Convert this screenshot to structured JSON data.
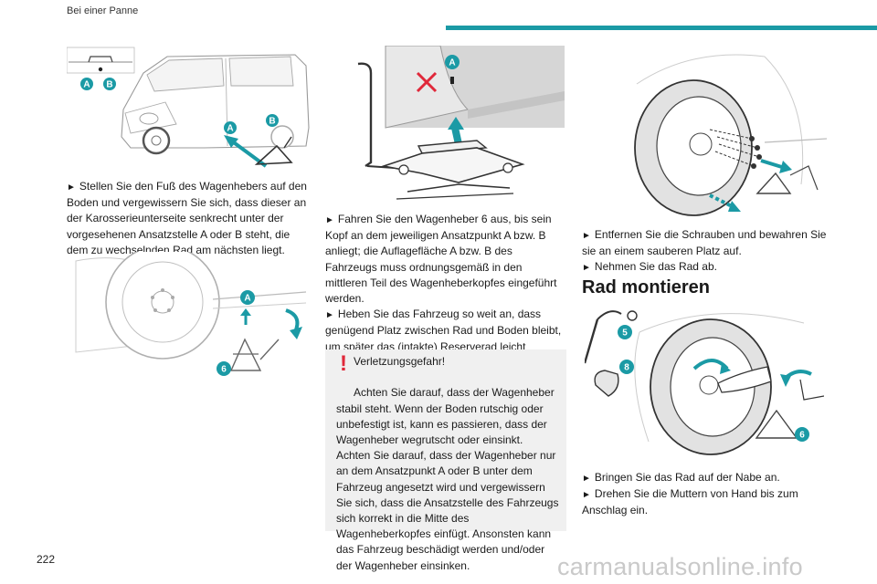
{
  "header": {
    "section": "Bei einer Panne",
    "accent": "#1b9aa5"
  },
  "page_number": "222",
  "watermark": "carmanualsonline.info",
  "figures": {
    "fig1": {
      "labels": [
        "A",
        "B",
        "A",
        "B"
      ]
    },
    "fig2": {
      "labels": [
        "A",
        "6"
      ]
    },
    "fig3": {
      "labels": [
        "A"
      ]
    },
    "fig5": {
      "labels": [
        "5",
        "8",
        "6"
      ]
    }
  },
  "col1": {
    "step1": "Stellen Sie den Fuß des Wagenhebers auf den Boden und vergewissern Sie sich, dass dieser an der Karosserieunterseite senkrecht unter der vorgesehenen Ansatzstelle A oder B steht, die dem zu wechselnden Rad am nächsten liegt."
  },
  "col2": {
    "step1": "Fahren Sie den Wagenheber 6 aus, bis sein Kopf an dem jeweiligen Ansatzpunkt A bzw. B anliegt; die Auflagefläche A bzw. B des Fahrzeugs muss ordnungsgemäß in den mittleren Teil des Wagenheberkopfes eingeführt werden.",
    "step2": "Heben Sie das Fahrzeug so weit an, dass genügend Platz zwischen Rad und Boden bleibt, um später das (intakte) Reserverad leicht montieren zu können."
  },
  "warning": {
    "mark": "!",
    "title": "Verletzungsgefahr!",
    "line1": "Achten Sie darauf, dass der Wagenheber stabil steht. Wenn der Boden rutschig oder unbefestigt ist, kann es passieren, dass der Wagenheber wegrutscht oder einsinkt.",
    "line2": "Achten Sie darauf, dass der Wagenheber nur an dem Ansatzpunkt A oder B unter dem Fahrzeug angesetzt wird und vergewissern Sie sich, dass die Ansatzstelle des Fahrzeugs sich korrekt in die Mitte des Wagenheberkopfes einfügt. Ansonsten kann das Fahrzeug beschädigt werden und/oder der Wagenheber einsinken.",
    "color": "#e0283a"
  },
  "col3": {
    "step1": "Entfernen Sie die Schrauben und bewahren Sie sie an einem sauberen Platz auf.",
    "step2": "Nehmen Sie das Rad ab.",
    "section_title": "Rad montieren",
    "step3": "Bringen Sie das Rad auf der Nabe an.",
    "step4": "Drehen Sie die Muttern von Hand bis zum Anschlag ein."
  },
  "bullet_glyph": "►"
}
